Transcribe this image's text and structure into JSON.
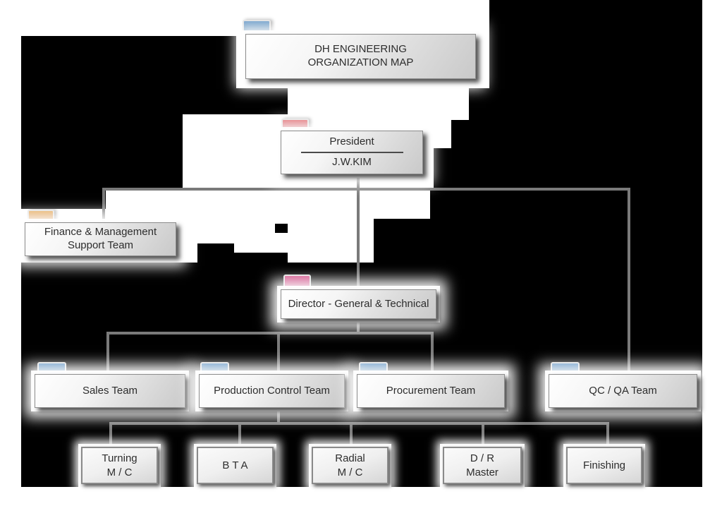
{
  "canvas": {
    "background_color": "#ffffff",
    "mask_color": "#000000",
    "connector_color": "#7a7a7a",
    "box_border_color": "#8d8d8d",
    "text_color": "#2d2d2d"
  },
  "nodes": {
    "title": {
      "line1": "DH ENGINEERING",
      "line2": "ORGANIZATION MAP",
      "tab_color": "#2e6da4"
    },
    "president": {
      "role": "President",
      "name": "J.W.KIM",
      "tab_color": "#c01f2a"
    },
    "finance": {
      "line1": "Finance & Management",
      "line2": "Support Team",
      "tab_color": "#cf7f22"
    },
    "director": {
      "label": "Director - General & Technical",
      "tab_color": "#bf2368"
    },
    "teams": [
      {
        "label": "Sales Team",
        "tab_color": "#2e6da4"
      },
      {
        "label": "Production Control Team",
        "tab_color": "#2e6da4"
      },
      {
        "label": "Procurement Team",
        "tab_color": "#2e6da4"
      },
      {
        "label": "QC / QA Team",
        "tab_color": "#2e6da4"
      }
    ],
    "units": [
      {
        "line1": "Turning",
        "line2": "M / C"
      },
      {
        "line1": "B T A",
        "line2": ""
      },
      {
        "line1": "Radial",
        "line2": "M / C"
      },
      {
        "line1": "D / R",
        "line2": "Master"
      },
      {
        "line1": "Finishing",
        "line2": ""
      }
    ]
  }
}
